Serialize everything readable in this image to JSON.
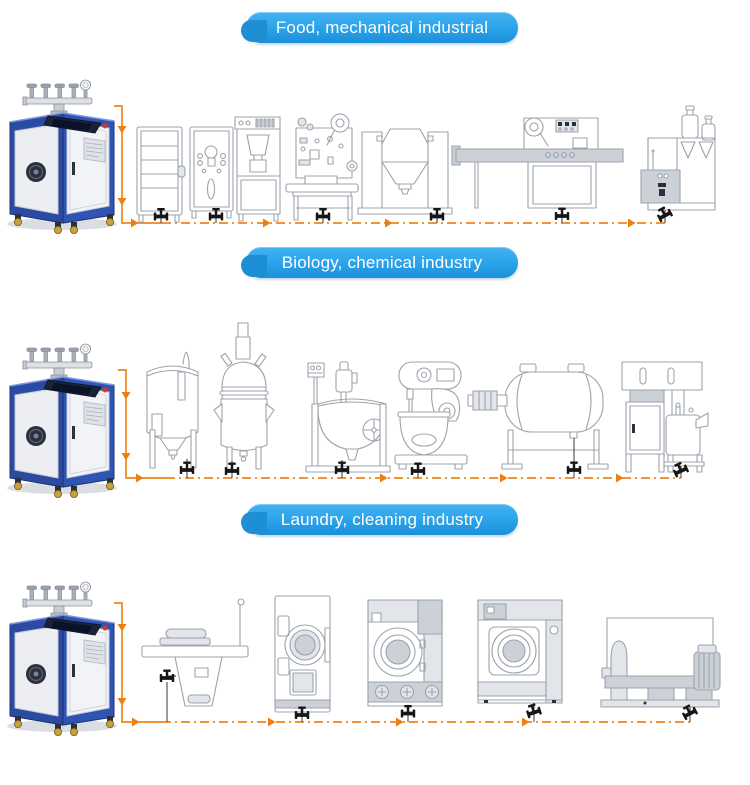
{
  "sections": [
    {
      "label": "Food, mechanical industrial"
    },
    {
      "label": "Biology, chemical industry"
    },
    {
      "label": "Laundry, cleaning industry"
    }
  ],
  "colors": {
    "banner_blue": "#2aa2e9",
    "banner_blue_dark": "#1b8fd9",
    "pipe_orange": "#f08519",
    "arrow_orange": "#ee7d12",
    "machine_outline_gray": "#9da3ab",
    "machine_shade_gray": "#ccd1d8",
    "generator_body_blue": "#2a4aa4",
    "valve_black": "#161616"
  }
}
